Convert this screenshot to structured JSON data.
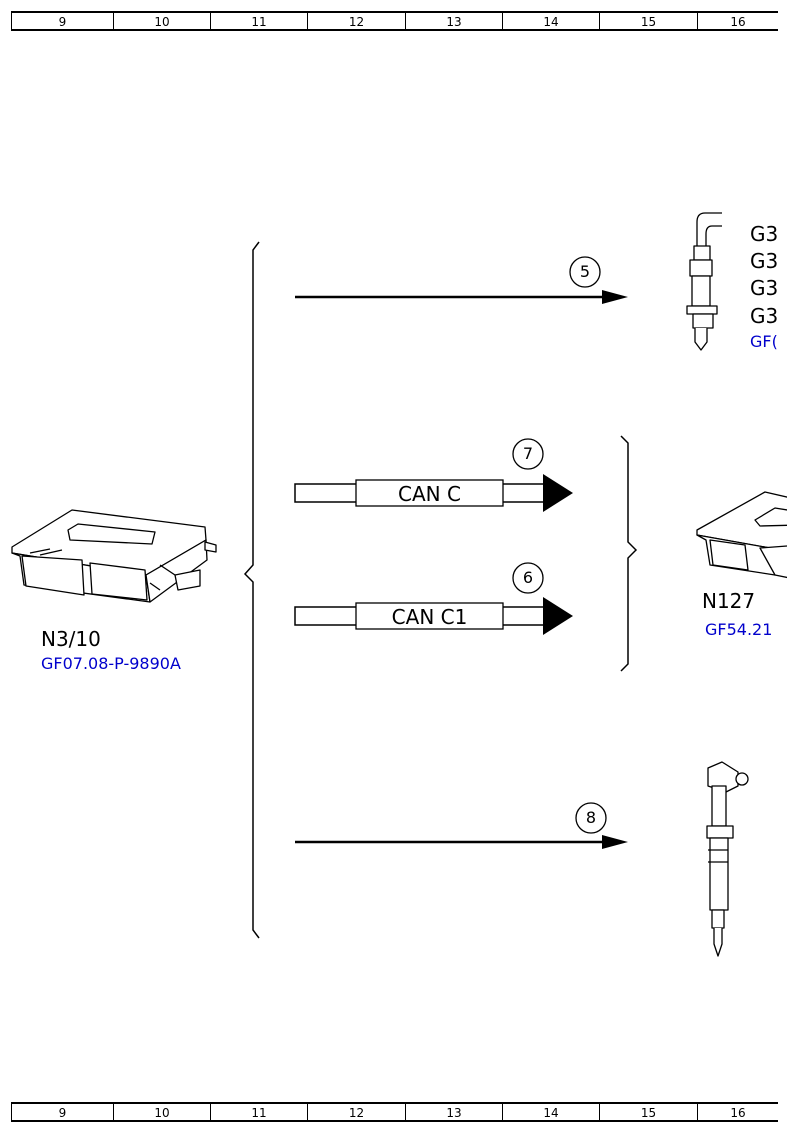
{
  "ruler": {
    "columns": [
      "9",
      "10",
      "11",
      "12",
      "13",
      "14",
      "15",
      "16"
    ]
  },
  "components": {
    "control_unit": {
      "label": "N3/10",
      "ref": "GF07.08-P-9890A"
    },
    "module_right": {
      "label": "N127",
      "ref": "GF54.21"
    },
    "sensor_labels": [
      "G3",
      "G3",
      "G3",
      "G3"
    ],
    "sensor_ref": "GF("
  },
  "connections": {
    "arrow5": {
      "number": "5"
    },
    "arrow7": {
      "number": "7",
      "bus": "CAN C"
    },
    "arrow6": {
      "number": "6",
      "bus": "CAN C1"
    },
    "arrow8": {
      "number": "8"
    }
  }
}
